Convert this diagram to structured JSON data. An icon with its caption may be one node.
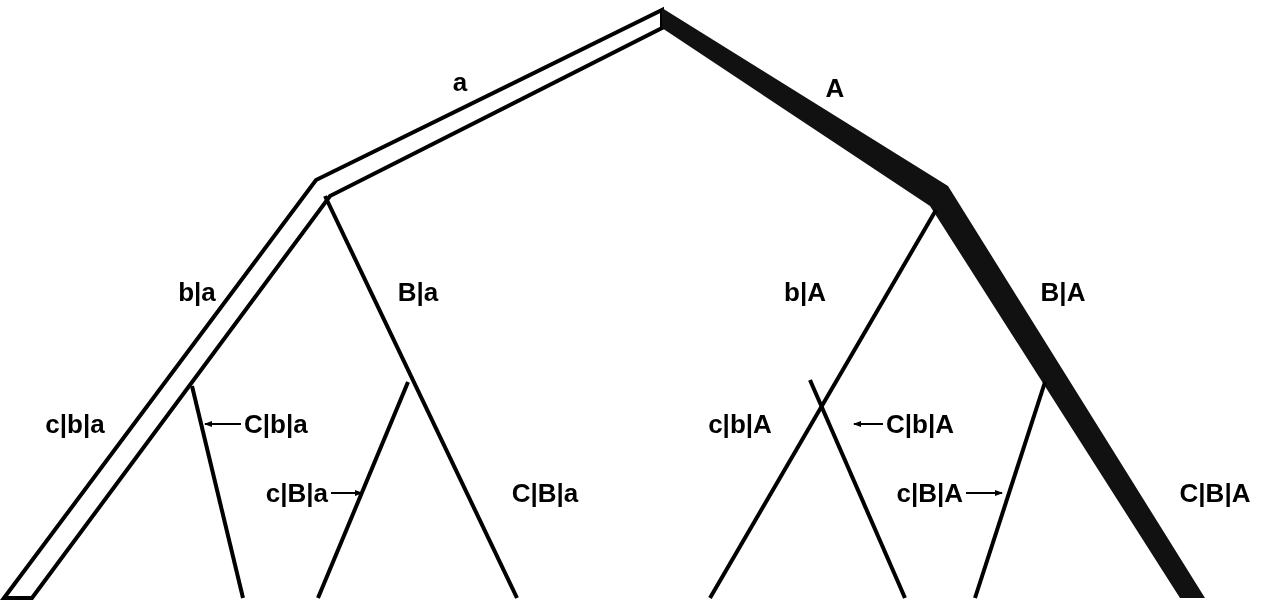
{
  "diagram": {
    "nodes": [
      {
        "text": [
          "C|b|a"
        ]
      },
      {
        "text": [
          "c|B|a"
        ]
      },
      {
        "text": [
          "C|b|A"
        ]
      },
      {
        "text": [
          "c|B|A"
        ]
      }
    ],
    "edges": [
      {
        "from": 0,
        "to": null,
        "arrow": "to"
      },
      {
        "from": 1,
        "to": null,
        "arrow": "to"
      },
      {
        "from": 2,
        "to": null,
        "arrow": "to"
      },
      {
        "from": 3,
        "to": null,
        "arrow": "to"
      }
    ],
    "labels": [
      "a",
      "A",
      "b|a",
      "B|a",
      "b|A",
      "B|A",
      "c|b|a",
      "c|b|A",
      "C|B|a",
      "C|B|A"
    ]
  }
}
